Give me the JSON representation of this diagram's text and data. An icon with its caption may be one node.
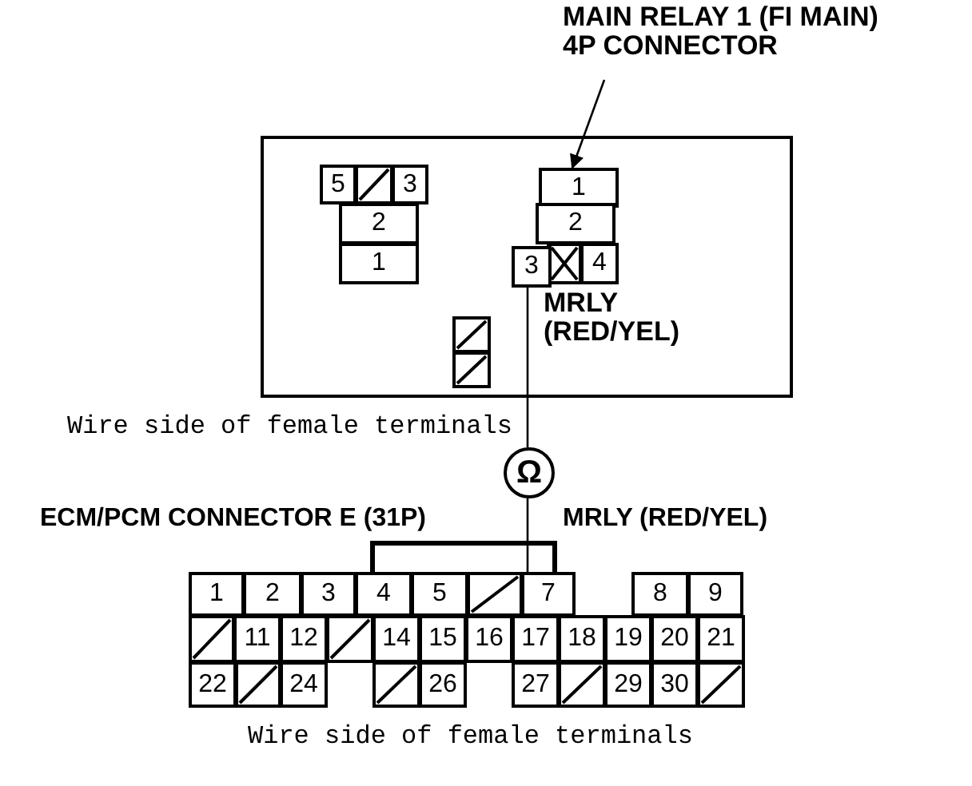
{
  "diagram": {
    "nodes": [
      {
        "text": [
          "MAIN RELAY 1 (FI MAIN) 4P CONNECTOR"
        ]
      },
      {
        "text": [],
        "shape": "box"
      },
      {
        "text": [
          "1"
        ],
        "in": 1
      },
      {
        "text": [
          "3"
        ],
        "in": 1
      },
      {
        "text": [
          "Ω"
        ]
      },
      {
        "text": [
          "7"
        ]
      }
    ],
    "edges": [
      {
        "from": 0,
        "to": 2,
        "arrow": "to"
      },
      {
        "from": 3,
        "to": 4,
        "arrow": "none"
      },
      {
        "from": 4,
        "to": 5,
        "arrow": "none"
      }
    ],
    "labels": [
      "5",
      "3",
      "2",
      "1",
      "2",
      "4",
      "MRLY (RED/YEL)",
      "Wire side of female terminals",
      "ECM/PCM CONNECTOR E (31P)",
      "MRLY (RED/YEL)",
      "1",
      "2",
      "3",
      "4",
      "5",
      "8",
      "9",
      "11",
      "12",
      "14",
      "15",
      "16",
      "17",
      "18",
      "19",
      "20",
      "21",
      "22",
      "24",
      "26",
      "27",
      "29",
      "30",
      "Wire side of female terminals"
    ]
  }
}
